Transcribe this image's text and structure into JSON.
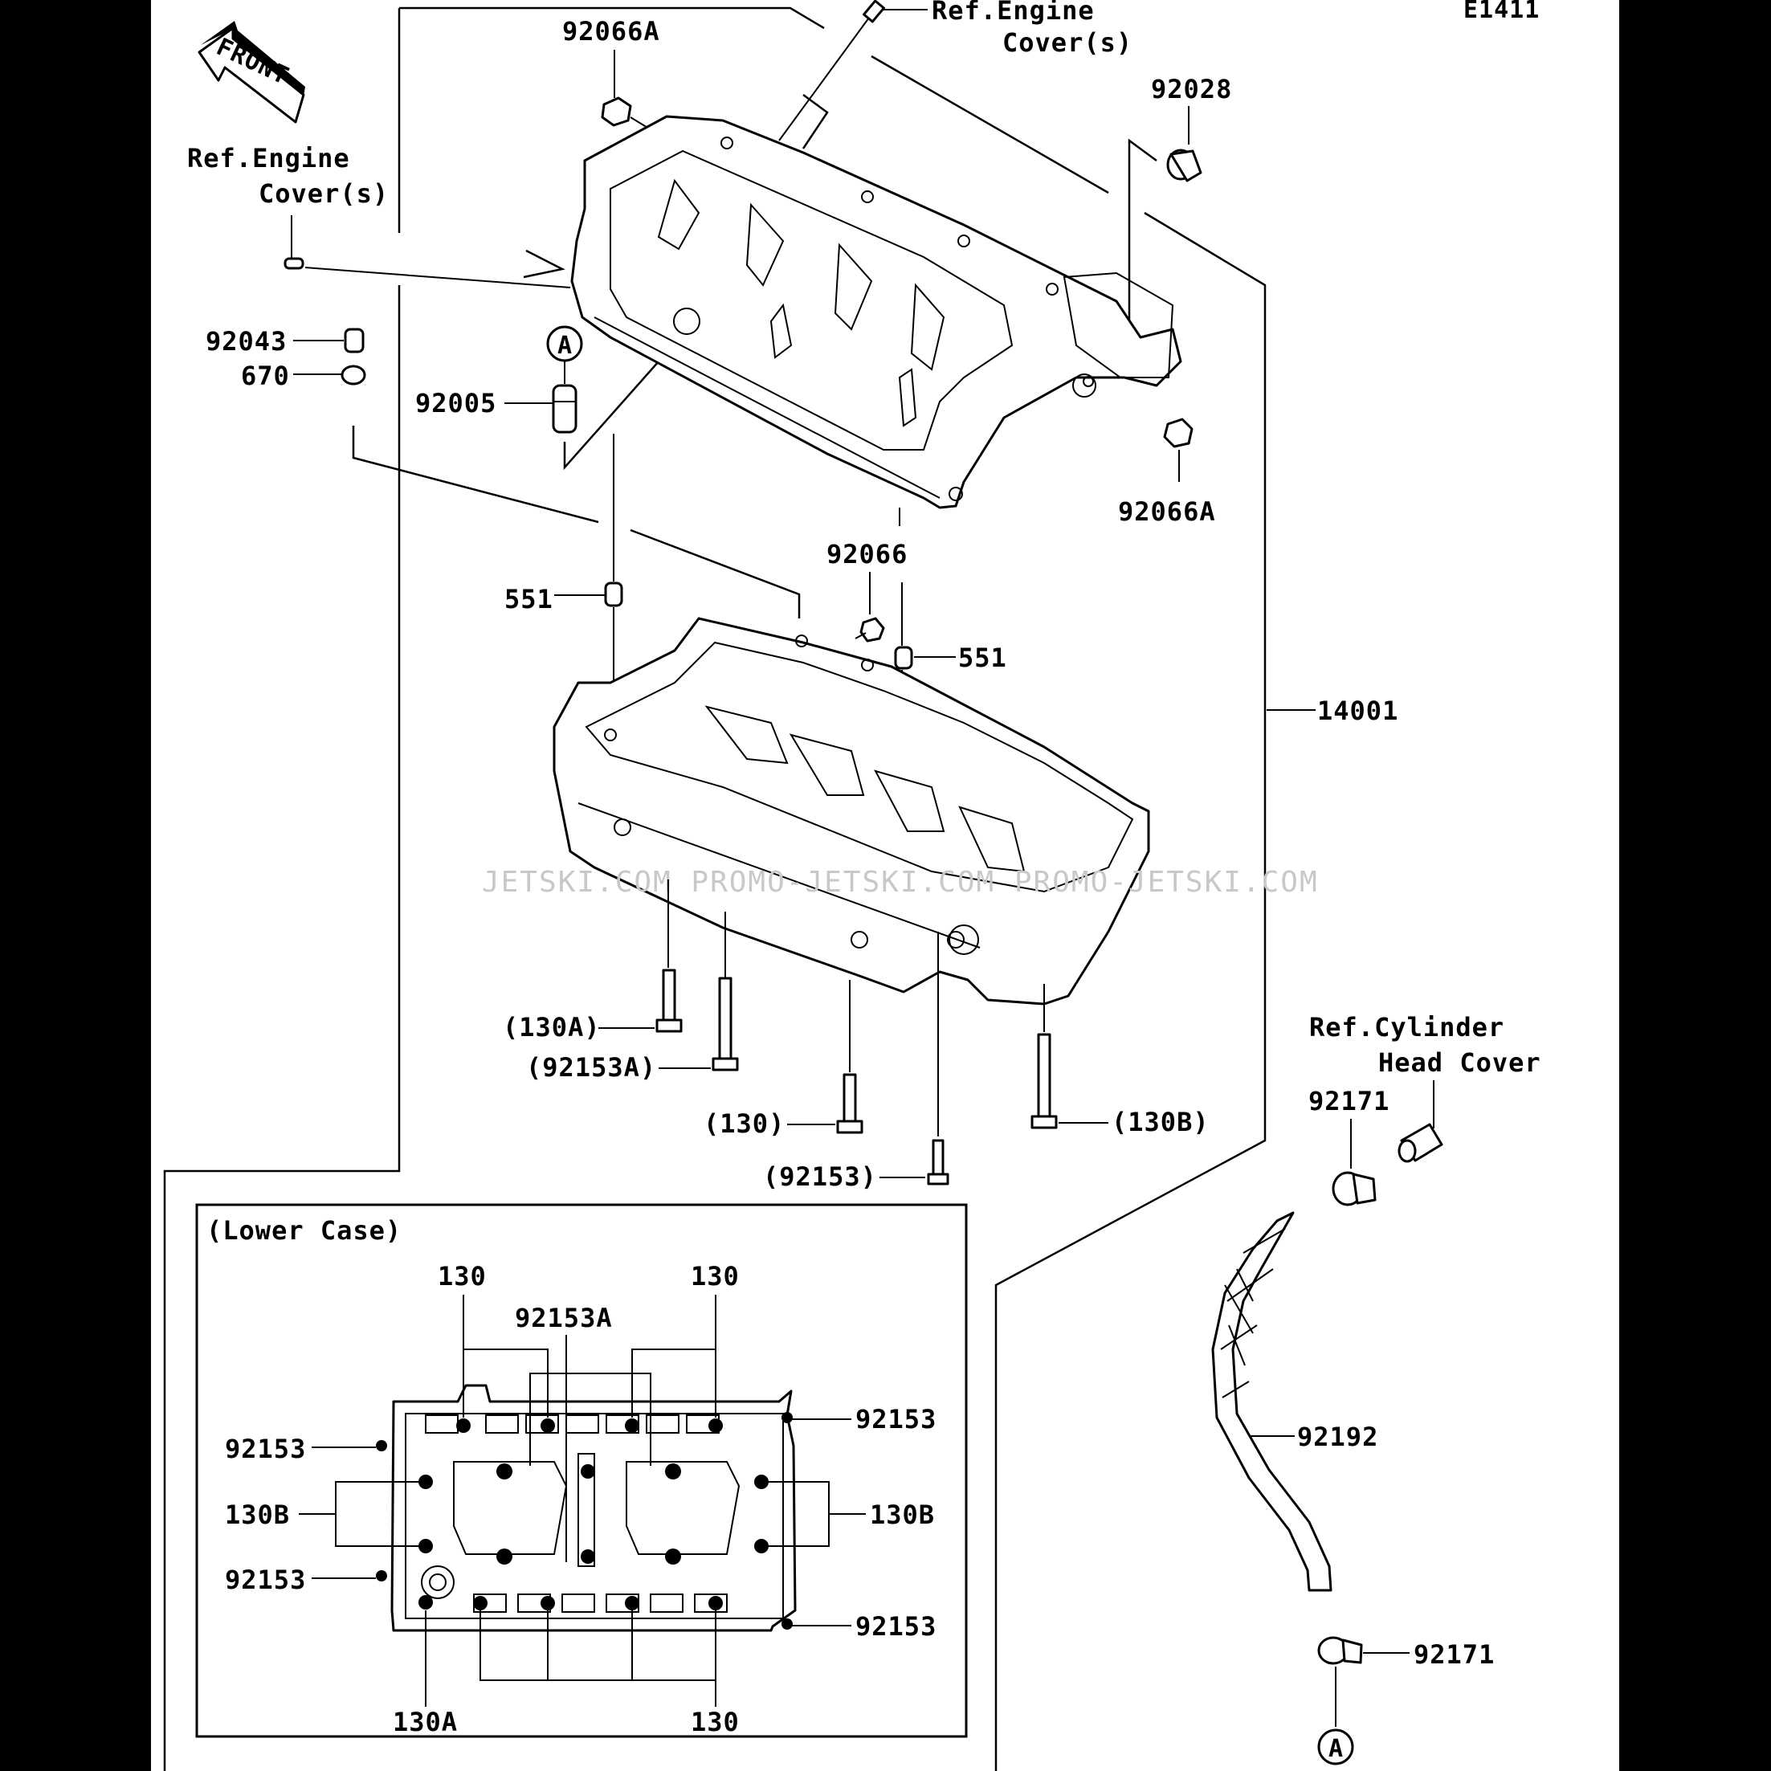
{
  "diagram_code": "E1411",
  "front_arrow": "FRONT",
  "watermark": "JETSKI.COM   PROMO-JETSKI.COM   PROMO-JETSKI.COM",
  "labels": {
    "ref_engine_cover_top_1": "Ref.Engine",
    "ref_engine_cover_top_2": "Cover(s)",
    "ref_engine_cover_left_1": "Ref.Engine",
    "ref_engine_cover_left_2": "Cover(s)",
    "p92066A_top": "92066A",
    "p92028": "92028",
    "p92043": "92043",
    "p670": "670",
    "p92005": "92005",
    "circle_a_top": "A",
    "p92066A_right": "92066A",
    "p92066": "92066",
    "p551_left": "551",
    "p551_right": "551",
    "p14001": "14001",
    "p130A": "(130A)",
    "p92153A": "(92153A)",
    "p130": "(130)",
    "p130B": "(130B)",
    "p92153": "(92153)",
    "ref_cyl_1": "Ref.Cylinder",
    "ref_cyl_2": "Head Cover",
    "p92171_top": "92171",
    "p92192": "92192",
    "p92171_bottom": "92171",
    "circle_a_bottom": "A"
  },
  "inset": {
    "title": "(Lower Case)",
    "l130_tl": "130",
    "l130_tr": "130",
    "l92153A": "92153A",
    "l92153_lt": "92153",
    "l130B_l": "130B",
    "l92153_lb": "92153",
    "l92153_rt": "92153",
    "l130B_r": "130B",
    "l92153_rb": "92153",
    "l130A": "130A",
    "l130_b": "130"
  }
}
